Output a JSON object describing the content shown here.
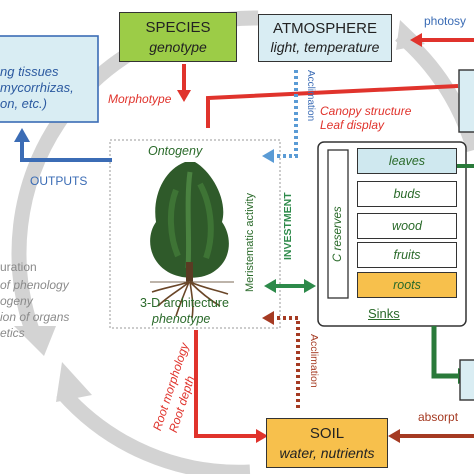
{
  "species": {
    "title": "SPECIES",
    "subtitle": "genotype"
  },
  "atmosphere": {
    "title": "ATMOSPHERE",
    "subtitle": "light, temperature"
  },
  "soil": {
    "title": "SOIL",
    "subtitle": "water, nutrients"
  },
  "tree_panel": {
    "ontogeny": "Ontogeny",
    "meristematic": "Meristematic activity",
    "architecture": "3-D architecture",
    "phenotype": "phenotype"
  },
  "sinks": {
    "title": "Sinks",
    "reserves": "C reserves",
    "items": [
      "leaves",
      "buds",
      "wood",
      "fruits",
      "roots"
    ]
  },
  "arrows": {
    "morphotype": "Morphotype",
    "canopy_structure": "Canopy structure",
    "leaf_display": "Leaf display",
    "acclimation_top": "Acclimation",
    "acclimation_bottom": "Acclimation",
    "investment": "INVESTMENT",
    "outputs": "OUTPUTS",
    "root_morphology": "Root morphology",
    "root_depth": "Root depth",
    "photosy": "photosy",
    "absorpt": "absorpt"
  },
  "outputs_box": {
    "lines": [
      "ng tissues",
      "mycorrhizas,",
      "on, etc.)"
    ]
  },
  "left_notes": {
    "lines": [
      "uration",
      "of phenology",
      "ogeny",
      "ion of organs",
      "etics"
    ]
  },
  "colors": {
    "species_fill": "#9ccc47",
    "environment_fill": "#d9edf3",
    "soil_fill": "#f7c04c",
    "leaves_fill": "#cfe8ef",
    "roots_fill": "#f7c04c",
    "red": "#e0332c",
    "dark_red": "#a53a22",
    "blue": "#3b6cb5",
    "light_blue": "#5a9bd5",
    "green": "#2d8a4a",
    "dark_green": "#2a7a3a",
    "cycle_gray": "#d9d9d9"
  }
}
